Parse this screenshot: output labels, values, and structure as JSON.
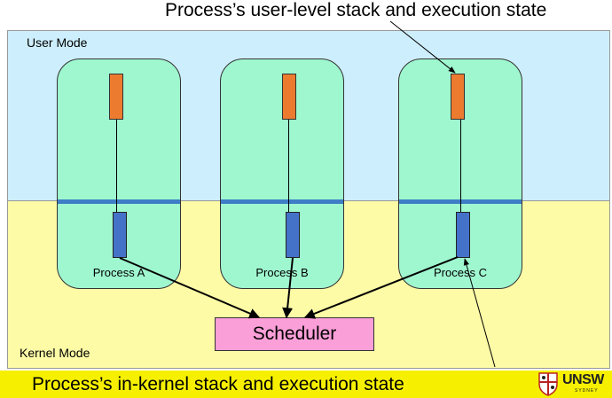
{
  "top_caption": "Process’s user-level stack and execution state",
  "bottom_caption": "Process’s in-kernel stack and execution state",
  "regions": {
    "user_mode": "User Mode",
    "kernel_mode": "Kernel Mode"
  },
  "processes": [
    {
      "label": "Process A"
    },
    {
      "label": "Process B"
    },
    {
      "label": "Process C"
    }
  ],
  "scheduler": "Scheduler",
  "logo": {
    "name": "UNSW",
    "sub": "SYDNEY"
  },
  "colors": {
    "user_region": "#cdeefc",
    "kernel_region": "#fdfba6",
    "process_box": "#9ff7cf",
    "user_stack": "#ec7b2f",
    "kernel_stack": "#4472c9",
    "scheduler": "#fb9fd8",
    "bottom_bar": "#f6f000"
  }
}
